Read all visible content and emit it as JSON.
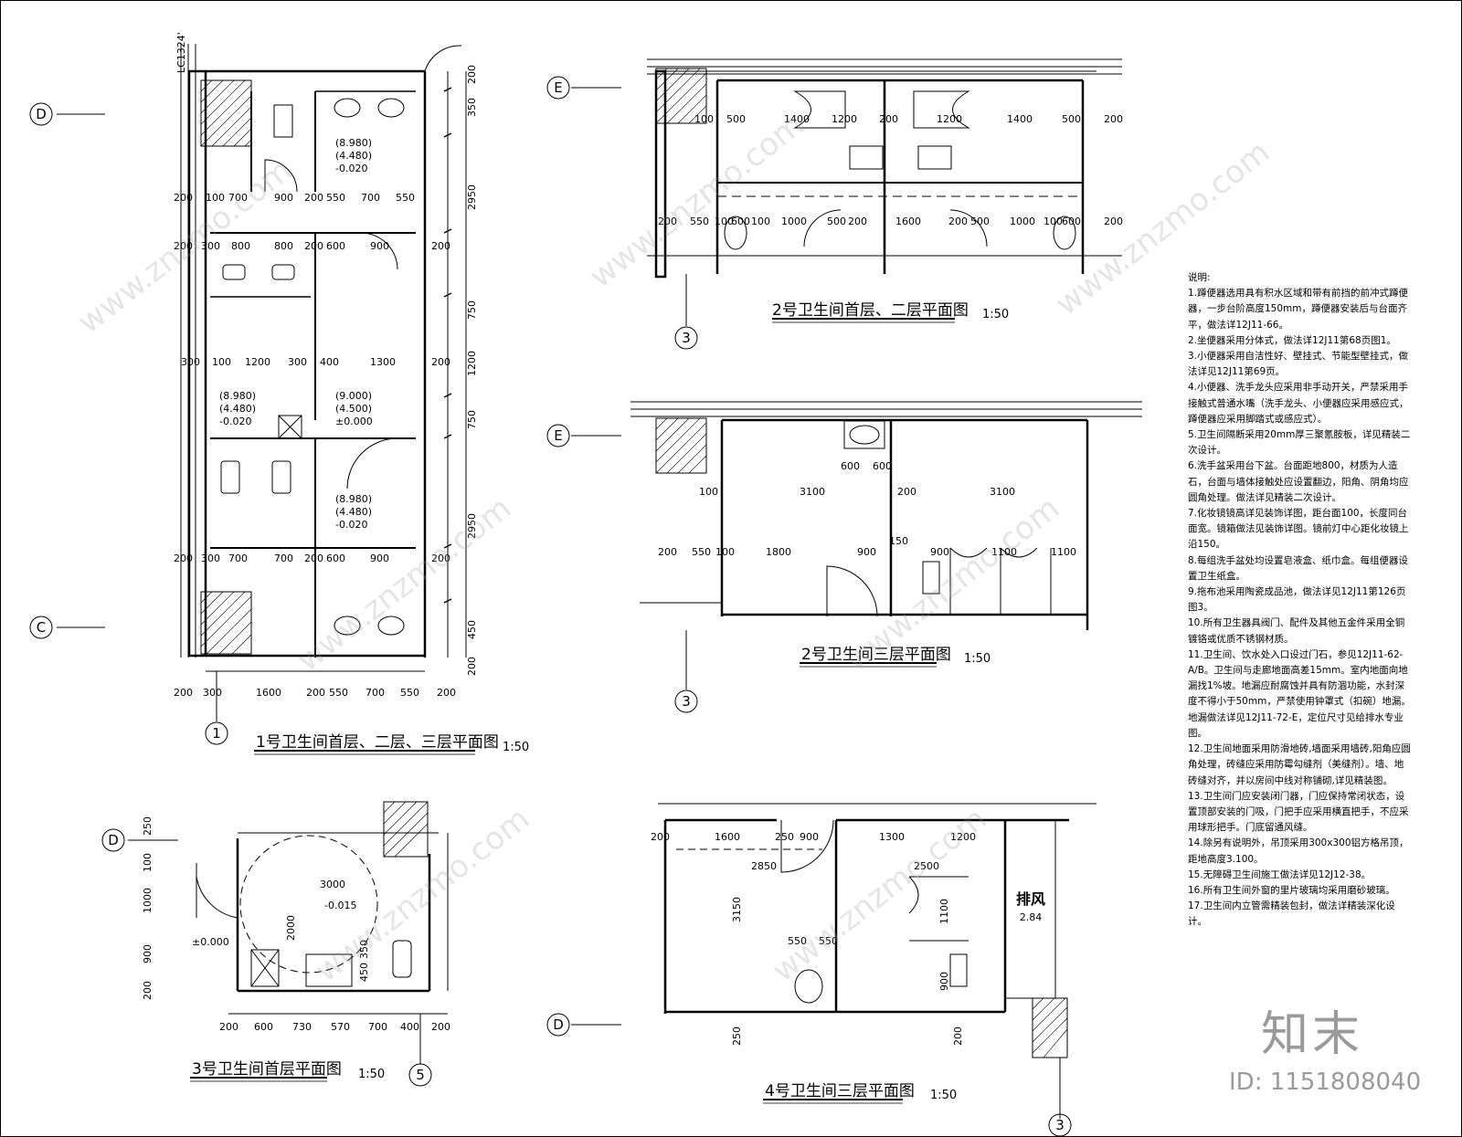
{
  "drawings": {
    "d1": {
      "title": "1号卫生间首层、二层、三层平面图",
      "scale": "1:50",
      "axis_top": "D",
      "axis_bottom": "C",
      "axis_num": "1",
      "note_top": "LC1324'"
    },
    "d2": {
      "title": "2号卫生间首层、二层平面图",
      "scale": "1:50",
      "axis_left": "E",
      "axis_num": "3"
    },
    "d3": {
      "title": "2号卫生间三层平面图",
      "scale": "1:50",
      "axis_left": "E",
      "axis_num": "3"
    },
    "d4": {
      "title": "3号卫生间首层平面图",
      "scale": "1:50",
      "axis_left": "D",
      "axis_num": "5"
    },
    "d5": {
      "title": "4号卫生间三层平面图",
      "scale": "1:50",
      "axis_left": "D",
      "axis_num": "3",
      "room_label": "排风",
      "room_value": "2.84"
    }
  },
  "levels": {
    "l1": [
      "(8.980)",
      "(4.480)",
      "-0.020"
    ],
    "l2": [
      "(8.980)",
      "(4.480)",
      "-0.020"
    ],
    "l3": [
      "(9.000)",
      "(4.500)",
      "±0.000"
    ],
    "l4": [
      "(8.980)",
      "(4.480)",
      "-0.020"
    ],
    "l5": "-0.015",
    "l6": "±0.000"
  },
  "dims": {
    "d1_bottom": [
      "200",
      "300",
      "1600",
      "200",
      "550",
      "700",
      "550",
      "200"
    ],
    "d1_right": [
      "200",
      "350",
      "2950",
      "750",
      "1200",
      "750",
      "2950",
      "450",
      "200"
    ],
    "d1_row1": [
      "200",
      "100",
      "700",
      "900",
      "200",
      "550",
      "700",
      "550"
    ],
    "d1_row2": [
      "200",
      "300",
      "800",
      "800",
      "200",
      "600",
      "900",
      "200"
    ],
    "d1_row3": [
      "300",
      "100",
      "1200",
      "300",
      "400",
      "1300",
      "200"
    ],
    "d1_row4": [
      "200",
      "300",
      "700",
      "700",
      "200",
      "600",
      "900",
      "200"
    ],
    "d2_row1": [
      "100",
      "500",
      "1400",
      "1200",
      "200",
      "1200",
      "1400",
      "500",
      "200"
    ],
    "d2_row2": [
      "200",
      "550",
      "100",
      "600",
      "100",
      "1000",
      "500",
      "200",
      "1600",
      "200",
      "500",
      "1000",
      "100",
      "600",
      "200"
    ],
    "d3_row1": [
      "600",
      "600"
    ],
    "d3_row2": [
      "100",
      "3100",
      "200",
      "3100"
    ],
    "d3_row3": [
      "200",
      "550",
      "100",
      "1800",
      "150",
      "900",
      "900",
      "1100",
      "1100"
    ],
    "d4_bottom": [
      "200",
      "600",
      "730",
      "570",
      "700",
      "400",
      "200"
    ],
    "d4_left": [
      "250",
      "100",
      "1000",
      "900",
      "200"
    ],
    "d4_inner": [
      "3000",
      "2000",
      "350",
      "450"
    ],
    "d5_row1": [
      "200",
      "1600",
      "250",
      "900",
      "1300",
      "1200"
    ],
    "d5_inner": [
      "2850",
      "2500",
      "3150",
      "1100",
      "550",
      "550",
      "900"
    ],
    "d5_left": [
      "250",
      "200"
    ]
  },
  "notes": [
    "说明:",
    "1.蹲便器选用具有积水区域和带有前挡的前冲式蹲便器，一步台阶高度150mm，蹲便器安装后与台面齐平，做法详12J11-66。",
    "2.坐便器采用分体式，做法详12J11第68页图1。",
    "3.小便器采用自洁性好、壁挂式、节能型壁挂式，做法详见12J11第69页。",
    "4.小便器、洗手龙头应采用非手动开关，严禁采用手接触式普通水嘴（洗手龙头、小便器应采用感应式，蹲便器应采用脚踏式或感应式）。",
    "5.卫生间隔断采用20mm厚三聚氰胺板，详见精装二次设计。",
    "6.洗手盆采用台下盆。台面距地800，材质为人造石，台面与墙体接触处应设置翻边，阳角、阴角均应圆角处理。做法详见精装二次设计。",
    "7.化妆镜镜高详见装饰详图，距台面100，长度同台面宽。镜箱做法见装饰详图。镜前灯中心距化妆镜上沿150。",
    "8.每组洗手盆处均设置皂液盒、纸巾盒。每组便器设置卫生纸盒。",
    "9.拖布池采用陶瓷成品池，做法详见12J11第126页图3。",
    "10.所有卫生器具阀门、配件及其他五金件采用全铜镀铬或优质不锈钢材质。",
    "11.卫生间、饮水处入口设过门石，参见12J11-62-A/B。卫生间与走廊地面高差15mm。室内地面向地漏找1%坡。地漏应耐腐蚀并具有防涸功能，水封深度不得小于50mm，严禁使用钟罩式（扣碗）地漏。地漏做法详见12J11-72-E，定位尺寸见给排水专业图。",
    "12.卫生间地面采用防滑地砖,墙面采用墙砖,阳角应圆角处理，砖缝应采用防霉勾缝剂（美缝剂）。墙、地砖缝对齐，并以房间中线对称铺砌,详见精装图。",
    "13.卫生间门应安装闭门器，门应保持常闭状态，设置顶部安装的门吸，门把手应采用横直把手，不应采用球形把手。门底留通风缝。",
    "14.除另有说明外，吊顶采用300x300铝方格吊顶，距地高度3.100。",
    "15.无障碍卫生间施工做法详见12J12-38。",
    "16.所有卫生间外窗的里片玻璃均采用磨砂玻璃。",
    "17.卫生间内立管需精装包封，做法详精装深化设计。"
  ],
  "watermark": {
    "brand": "知末",
    "id": "ID: 1151808040",
    "url": "www.znzmo.com"
  }
}
